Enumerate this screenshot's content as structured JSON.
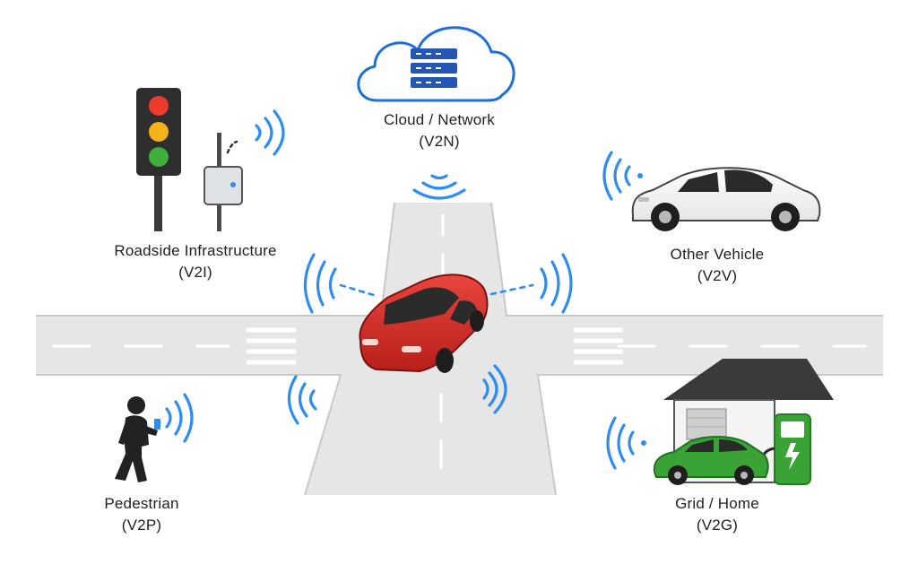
{
  "nodes": {
    "cloud": {
      "title": "Cloud / Network",
      "code": "(V2N)"
    },
    "roadside": {
      "title": "Roadside Infrastructure",
      "code": "(V2I)"
    },
    "vehicle": {
      "title": "Other Vehicle",
      "code": "(V2V)"
    },
    "pedestrian": {
      "title": "Pedestrian",
      "code": "(V2P)"
    },
    "grid": {
      "title": "Grid / Home",
      "code": "(V2G)"
    }
  },
  "colors": {
    "signal": "#2f8df0",
    "road": "#e3e3e3",
    "main_car": "#d92b26",
    "ev_car": "#3aa335",
    "charger": "#3aa335",
    "cloud_stroke": "#1f6fd6",
    "server": "#2456b8"
  },
  "icons": [
    "cloud-icon",
    "server-icon",
    "traffic-light-icon",
    "roadside-unit-icon",
    "car-icon",
    "pedestrian-icon",
    "house-icon",
    "ev-charger-icon",
    "wireless-signal-icon"
  ]
}
